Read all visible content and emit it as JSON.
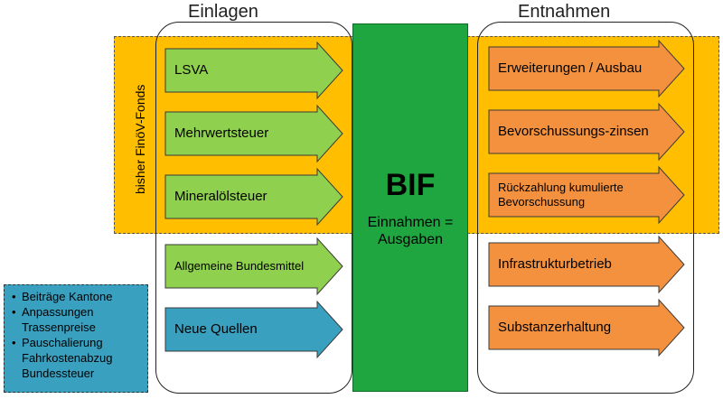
{
  "headers": {
    "left": "Einlagen",
    "right": "Entnahmen"
  },
  "fonds_label": "bisher FinöV-Fonds",
  "bif": {
    "title": "BIF",
    "subtitle_line1": "Einnahmen =",
    "subtitle_line2": "Ausgaben"
  },
  "colors": {
    "band": "#ffbf00",
    "green_arrow": "#8fd14f",
    "blue_arrow": "#3aa0c0",
    "orange_arrow": "#f4913f",
    "bif": "#1fa640",
    "note": "#3aa0c0"
  },
  "einlagen": [
    {
      "label": "LSVA"
    },
    {
      "label": "Mehrwertsteuer"
    },
    {
      "label": "Mineralölsteuer"
    },
    {
      "label": "Allgemeine Bundesmittel"
    },
    {
      "label": "Neue Quellen"
    }
  ],
  "entnahmen": [
    {
      "label": "Erweiterungen / Ausbau"
    },
    {
      "label": "Bevorschussungs-zinsen"
    },
    {
      "label": "Rückzahlung kumulierte Bevorschussung"
    },
    {
      "label": "Infrastrukturbetrieb"
    },
    {
      "label": "Substanzerhaltung"
    }
  ],
  "note": {
    "items": [
      "Beiträge Kantone",
      "Anpassungen Trassenpreise",
      "Pauschalierung Fahrkostenabzug Bundessteuer"
    ]
  }
}
